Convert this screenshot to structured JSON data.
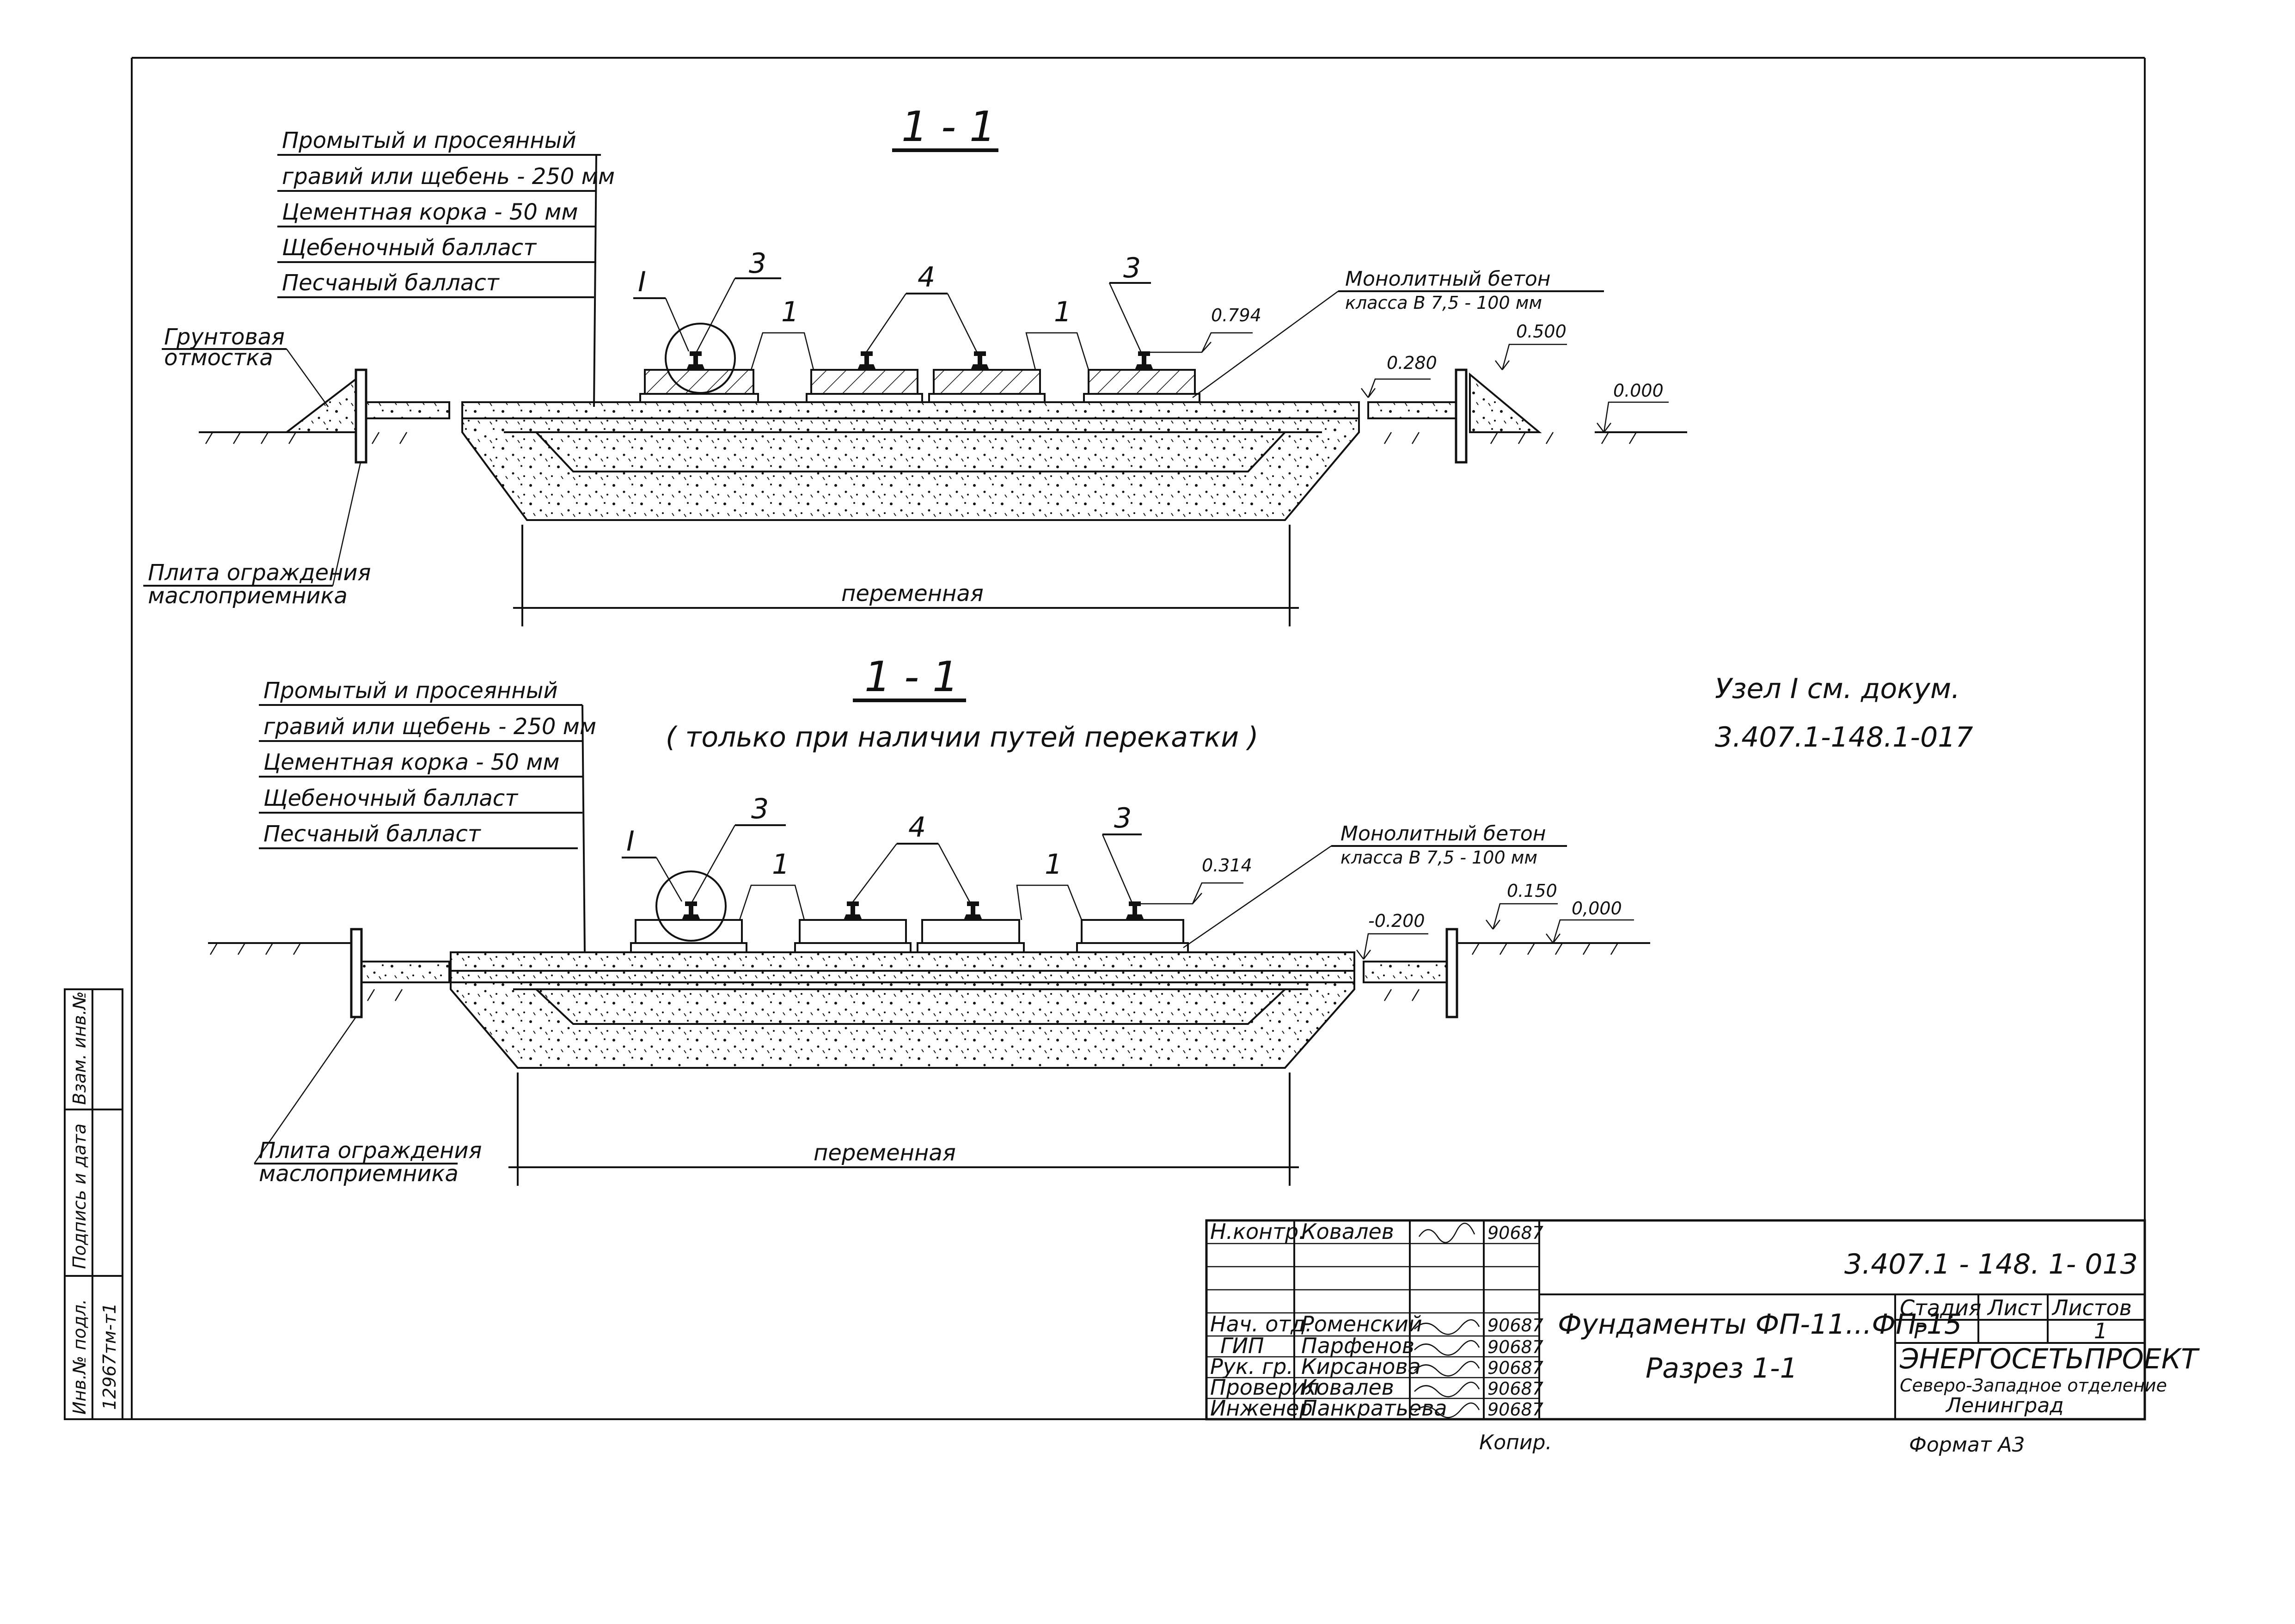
{
  "section_top": {
    "title": "1 - 1",
    "layers": [
      "Промытый  и  просеянный",
      "гравий  или  щебень - 250 мм",
      "Цементная  корка  -  50 мм",
      "Щебеночный  балласт",
      "Песчаный  балласт"
    ],
    "left_label_1": "Грунтовая",
    "left_label_2": "отмостка",
    "plate_label_1": "Плита  ограждения",
    "plate_label_2": "маслоприемника",
    "concrete_label_1": "Монолитный  бетон",
    "concrete_label_2": "класса  В 7,5 - 100 мм",
    "mark_node": "I",
    "mark_3a": "3",
    "mark_3b": "3",
    "mark_4": "4",
    "mark_1a": "1",
    "mark_1b": "1",
    "level_rail": "0.794",
    "level_280": "0.280",
    "level_500": "0.500",
    "level_000": "0.000",
    "dim_label": "переменная"
  },
  "section_bottom": {
    "title": "1 - 1",
    "subtitle": "( только   при   наличии   путей   перекатки )",
    "layers": [
      "Промытый  и  просеянный",
      "гравий  или  щебень - 250 мм",
      "Цементная  корка  - 50 мм",
      "Щебеночный  балласт",
      "Песчаный  балласт"
    ],
    "plate_label_1": "Плита  ограждения",
    "plate_label_2": "маслоприемника",
    "concrete_label_1": "Монолитный  бетон",
    "concrete_label_2": "класса  В 7,5 - 100 мм",
    "mark_node": "I",
    "mark_3a": "3",
    "mark_3b": "3",
    "mark_4": "4",
    "mark_1a": "1",
    "mark_1b": "1",
    "level_rail": "0.314",
    "level_m200": "-0.200",
    "level_150": "0.150",
    "level_000": "0,000",
    "dim_label": "переменная"
  },
  "node_note": {
    "line1": "Узел  I  см.  докум.",
    "line2": "3.407.1-148.1-017"
  },
  "side_stamp": {
    "col1_a": "Инв.№ подл.",
    "col1_b": "12967тм-т1",
    "col2": "Подпись  и  дата",
    "col3": "Взам. инв.№"
  },
  "title_block": {
    "doc_code": "3.407.1 - 148. 1- 013",
    "title_line1": "Фундаменты  ФП-11...ФП-15",
    "title_line2": "Разрез  1-1",
    "stage_header": "Стадия",
    "sheet_header": "Лист",
    "sheets_header": "Листов",
    "stage_value": "Р",
    "sheets_value": "1",
    "org_line1": "ЭНЕРГОСЕТЬПРОЕКТ",
    "org_line2": "Северо-Западное  отделение",
    "org_line3": "Ленинград",
    "copied": "Копир.",
    "format": "Формат  А3",
    "rows": [
      {
        "role": "Н.контр.",
        "name": "Ковалев",
        "date": "90687"
      },
      {
        "role": "Нач. отд.",
        "name": "Роменский",
        "date": "90687"
      },
      {
        "role": "ГИП",
        "name": "Парфенов",
        "date": "90687"
      },
      {
        "role": "Рук. гр.",
        "name": "Кирсанова",
        "date": "90687"
      },
      {
        "role": "Проверил",
        "name": "Ковалев",
        "date": "90687"
      },
      {
        "role": "Инженер",
        "name": "Панкратьева",
        "date": "90687"
      }
    ]
  }
}
